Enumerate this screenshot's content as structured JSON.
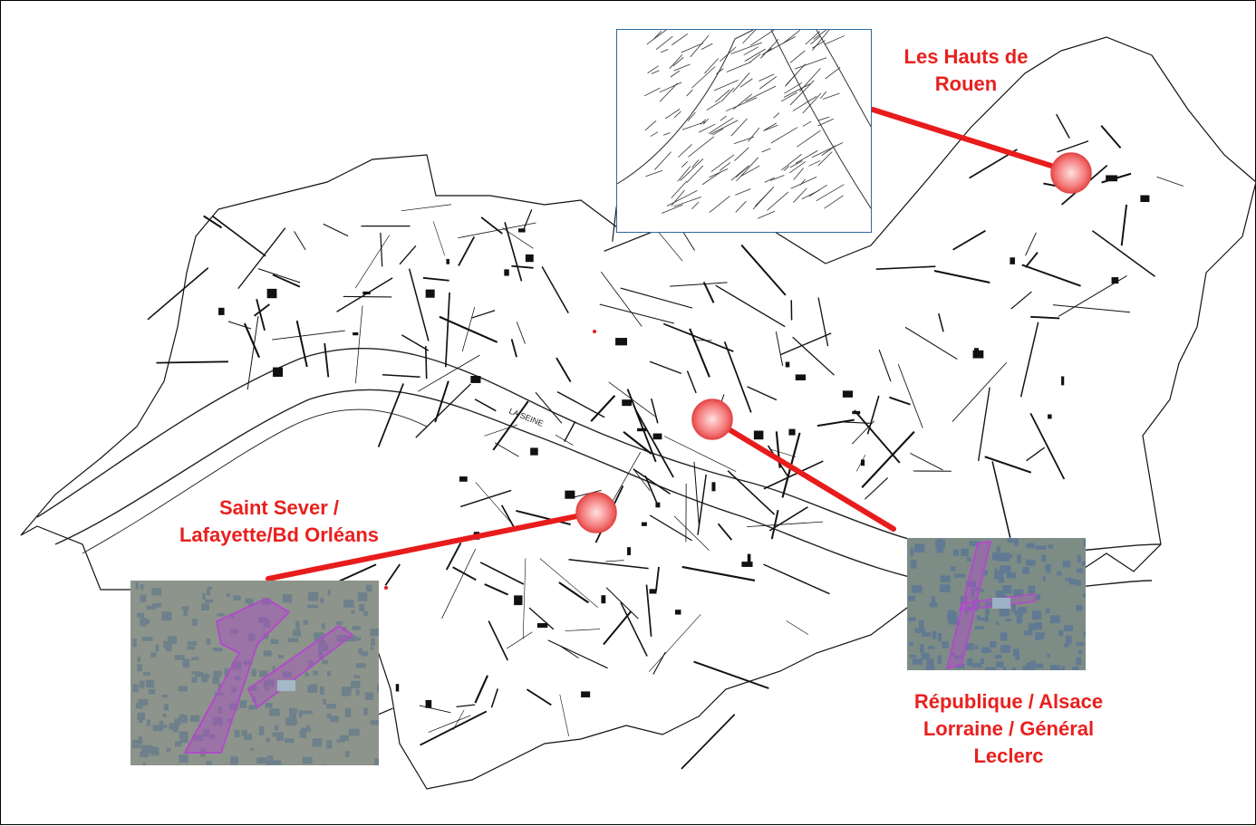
{
  "map": {
    "river_label": "LA SEINE",
    "colors": {
      "label_red": "#e8201e",
      "marker_fill": "#f47c7c",
      "connector": "#e81c1c",
      "inset_border": "#2b6aa6",
      "zone_purple": "#b04cc8"
    }
  },
  "zones": [
    {
      "id": "hauts-de-rouen",
      "label_lines": [
        "Les Hauts de",
        "Rouen"
      ]
    },
    {
      "id": "republique",
      "label_lines": [
        "République / Alsace",
        "Lorraine / Général",
        "Leclerc"
      ]
    },
    {
      "id": "saint-sever",
      "label_lines": [
        "Saint Sever /",
        "Lafayette/Bd Orléans"
      ]
    }
  ]
}
